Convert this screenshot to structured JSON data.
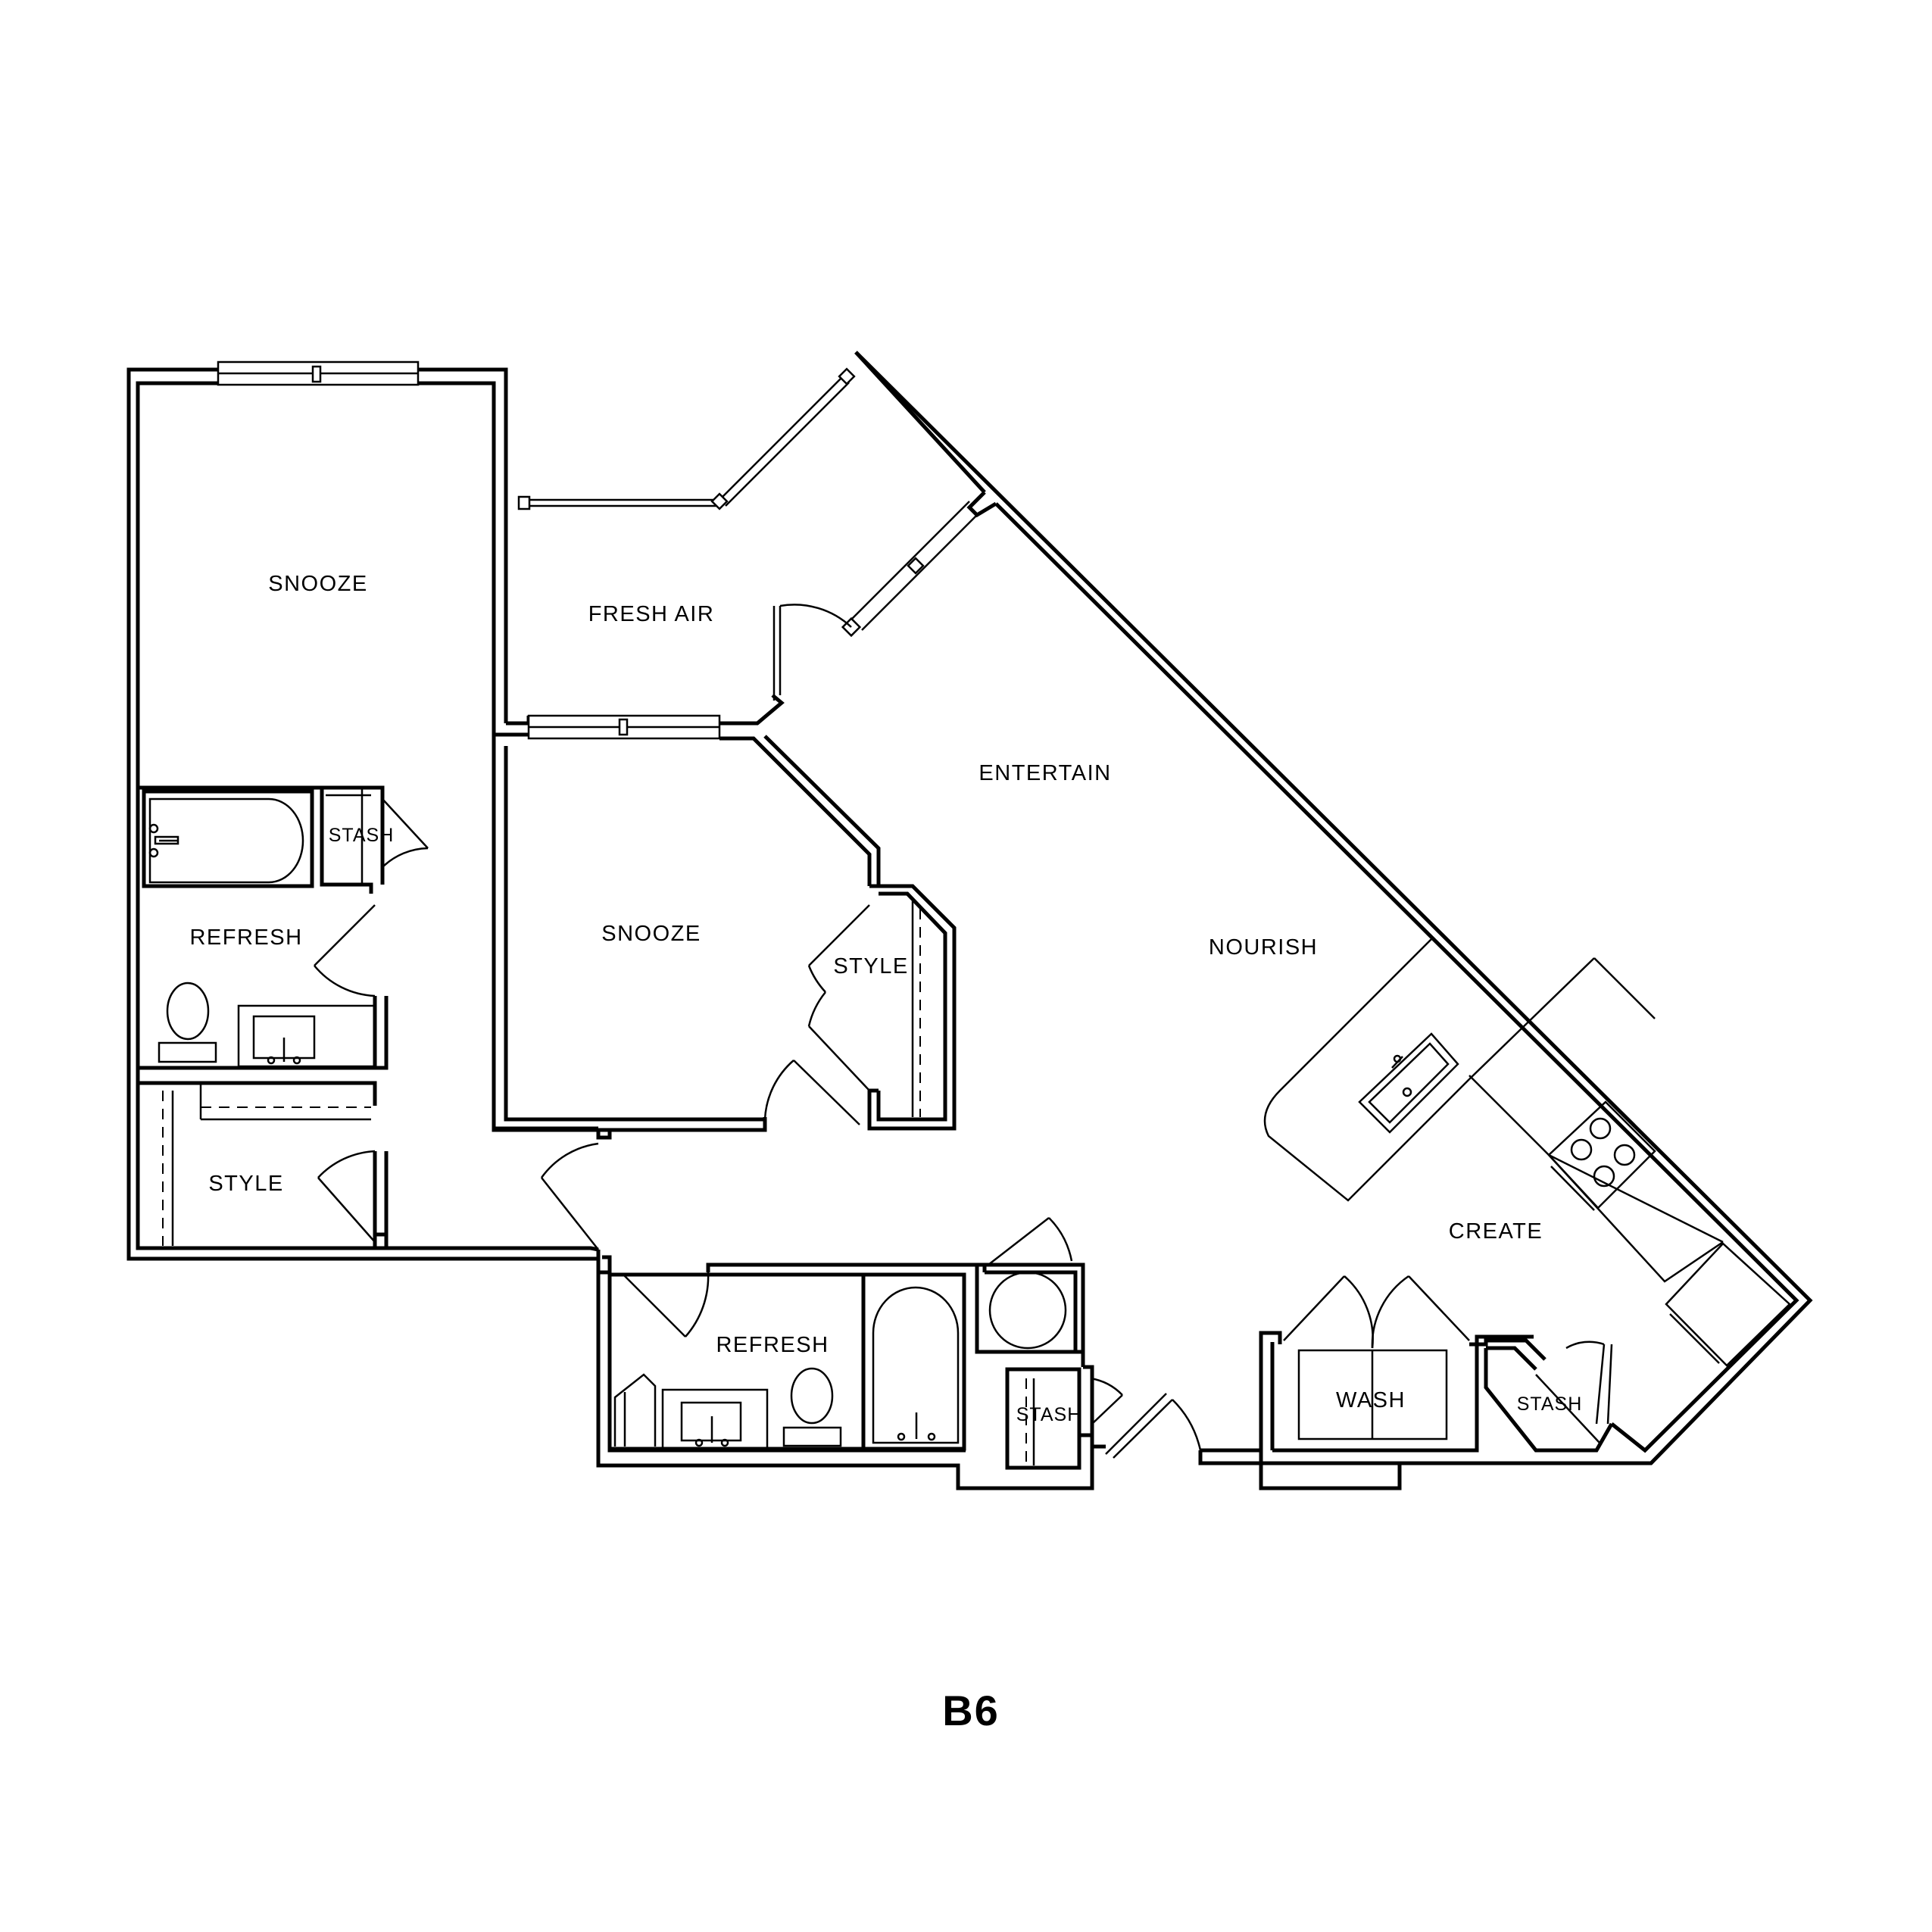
{
  "unit": {
    "name": "B6"
  },
  "rooms": {
    "snooze_1": "SNOOZE",
    "fresh_air": "FRESH AIR",
    "entertain": "ENTERTAIN",
    "stash_1": "STASH",
    "refresh_1": "REFRESH",
    "snooze_2": "SNOOZE",
    "style_2": "STYLE",
    "nourish": "NOURISH",
    "style_1": "STYLE",
    "create": "CREATE",
    "refresh_2": "REFRESH",
    "wash": "WASH",
    "stash_2": "STASH",
    "stash_3": "STASH"
  }
}
